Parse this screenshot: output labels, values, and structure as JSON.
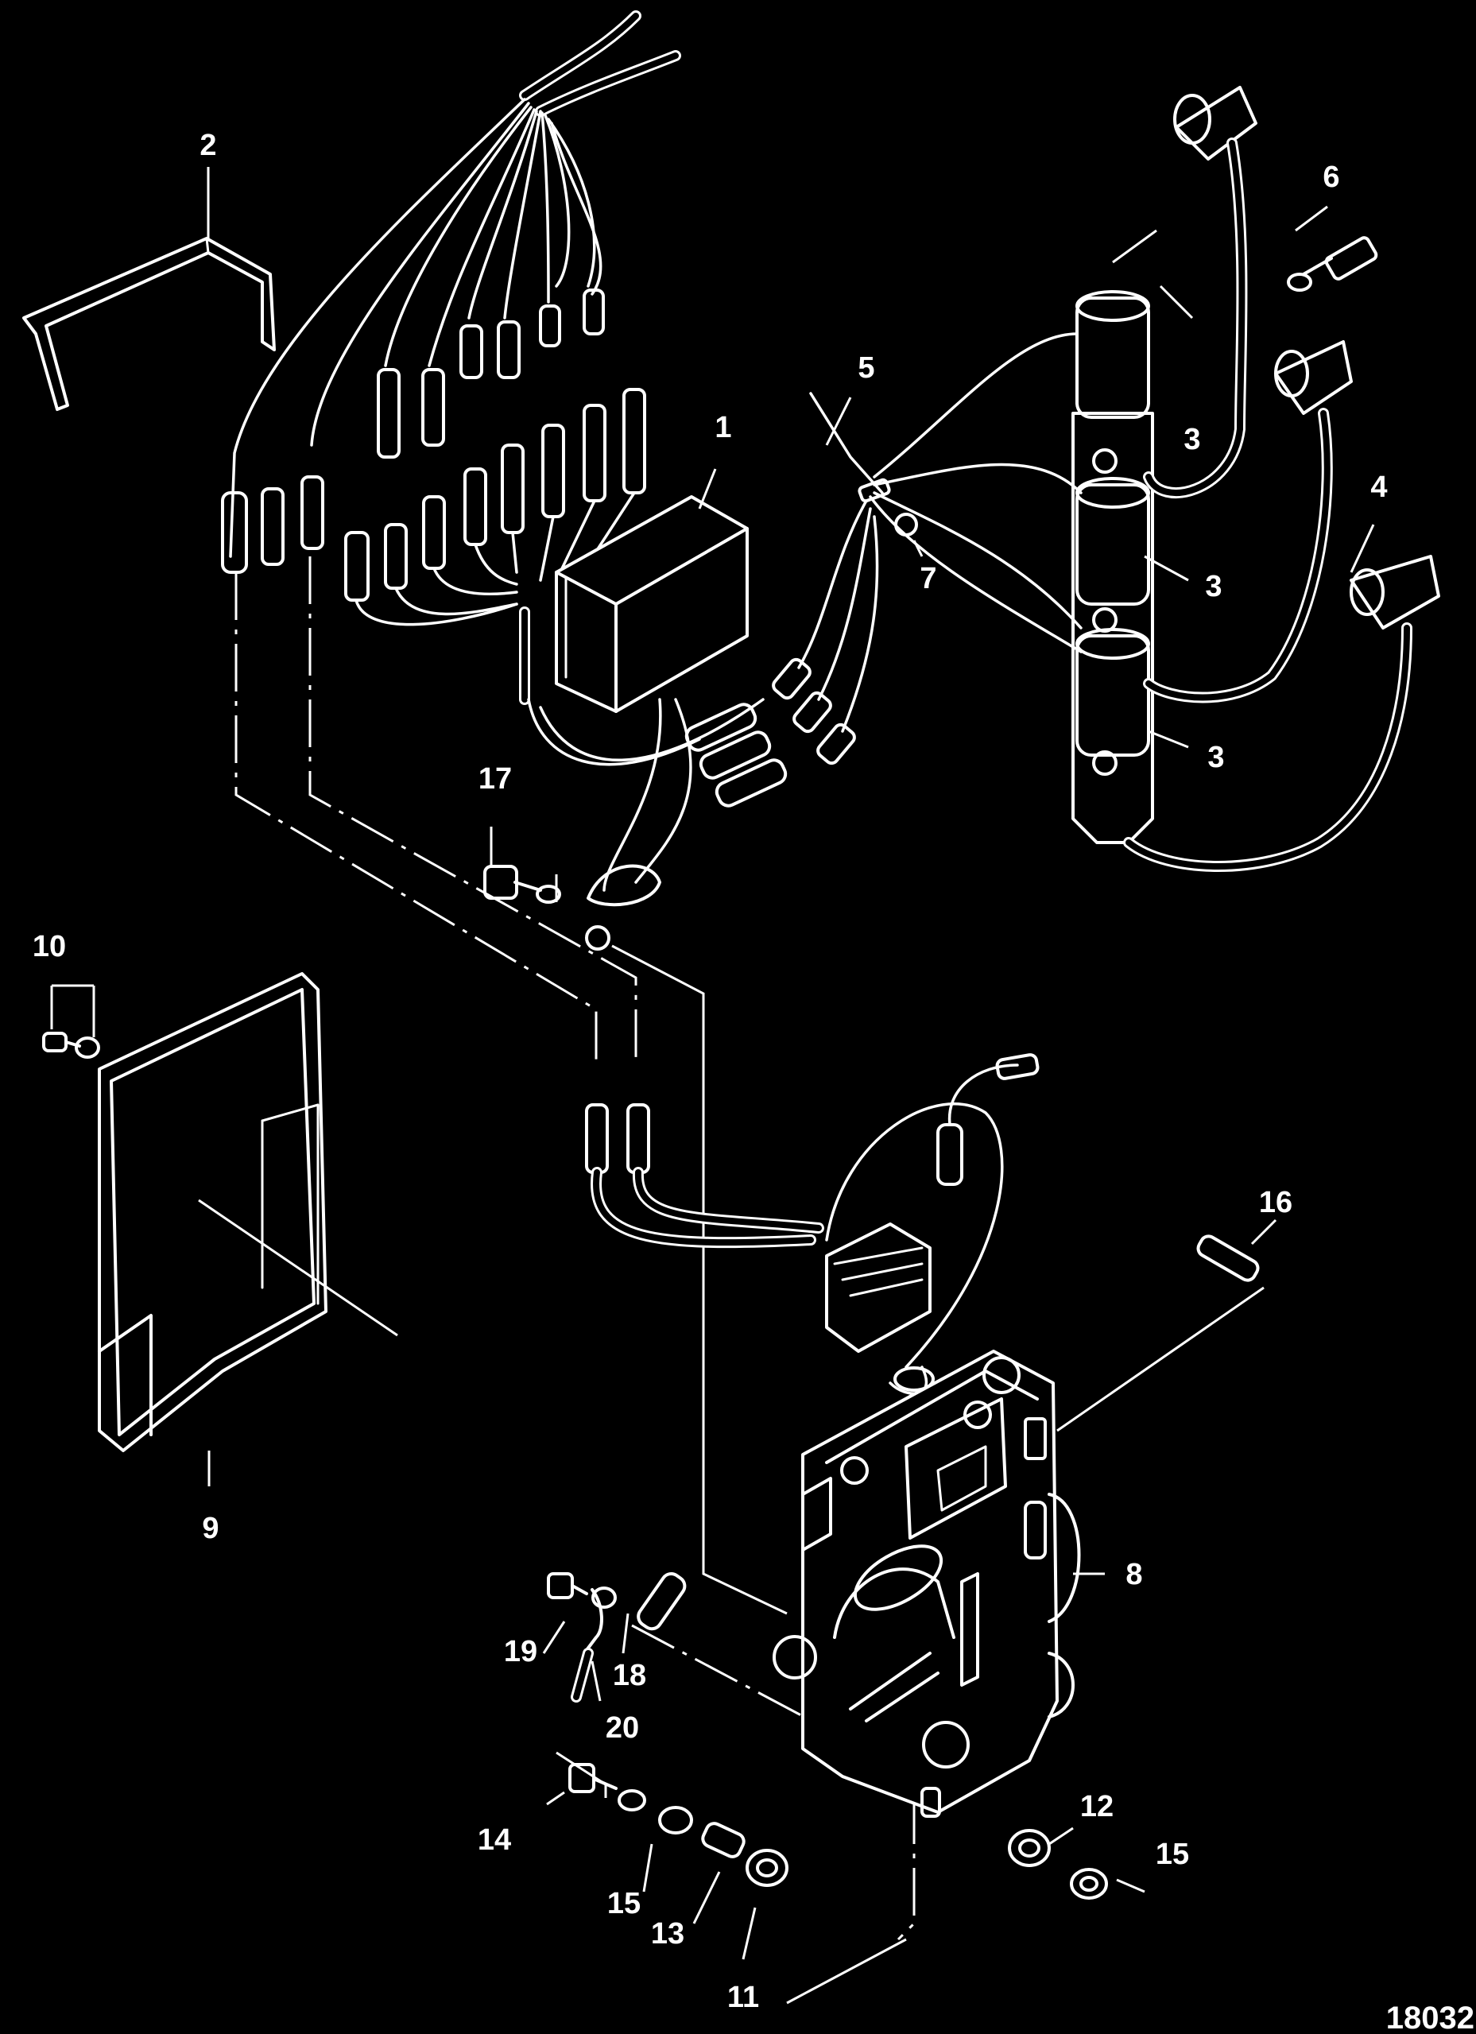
{
  "diagram": {
    "reference_number": "18032",
    "callouts": {
      "c1": "1",
      "c2": "2",
      "c3a": "3",
      "c3b": "3",
      "c3c": "3",
      "c4": "4",
      "c5": "5",
      "c6": "6",
      "c7": "7",
      "c8": "8",
      "c9": "9",
      "c10": "10",
      "c11": "11",
      "c12": "12",
      "c13": "13",
      "c14": "14",
      "c15a": "15",
      "c15b": "15",
      "c16": "16",
      "c17": "17",
      "c18": "18",
      "c19": "19",
      "c20": "20"
    }
  }
}
